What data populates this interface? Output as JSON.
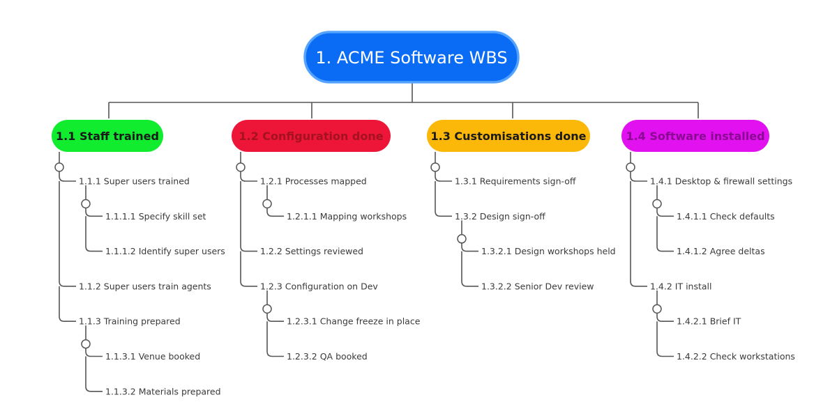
{
  "root": {
    "label": "1. ACME Software WBS",
    "color": "#0a6cf5",
    "border": "#54a3ff"
  },
  "categories": [
    {
      "label": "1.1 Staff trained",
      "color": "#11ec2f",
      "text_color": "#1a1a1a",
      "items": [
        {
          "label": "1.1.1 Super users trained",
          "children": [
            {
              "label": "1.1.1.1 Specify skill set"
            },
            {
              "label": "1.1.1.2 Identify super users"
            }
          ]
        },
        {
          "label": "1.1.2 Super users train agents"
        },
        {
          "label": "1.1.3 Training prepared",
          "children": [
            {
              "label": "1.1.3.1 Venue booked"
            },
            {
              "label": "1.1.3.2 Materials prepared"
            }
          ]
        }
      ]
    },
    {
      "label": "1.2 Configuration done",
      "color": "#ee1638",
      "text_color": "#a4121f",
      "items": [
        {
          "label": "1.2.1 Processes mapped",
          "children": [
            {
              "label": "1.2.1.1 Mapping workshops"
            }
          ]
        },
        {
          "label": "1.2.2 Settings reviewed"
        },
        {
          "label": "1.2.3 Configuration on Dev",
          "children": [
            {
              "label": "1.2.3.1 Change freeze in place"
            },
            {
              "label": "1.2.3.2 QA booked"
            }
          ]
        }
      ]
    },
    {
      "label": "1.3 Customisations done",
      "color": "#fbb808",
      "text_color": "#1a1a1a",
      "items": [
        {
          "label": "1.3.1 Requirements sign-off"
        },
        {
          "label": "1.3.2 Design sign-off",
          "children": [
            {
              "label": "1.3.2.1 Design workshops held"
            },
            {
              "label": "1.3.2.2 Senior Dev review"
            }
          ]
        }
      ]
    },
    {
      "label": "1.4 Software installed",
      "color": "#e211f0",
      "text_color": "#8a0a93",
      "items": [
        {
          "label": "1.4.1 Desktop & firewall settings",
          "children": [
            {
              "label": "1.4.1.1 Check defaults"
            },
            {
              "label": "1.4.1.2 Agree deltas"
            }
          ]
        },
        {
          "label": "1.4.2 IT install",
          "children": [
            {
              "label": "1.4.2.1 Brief IT"
            },
            {
              "label": "1.4.2.2 Check workstations"
            }
          ]
        }
      ]
    }
  ]
}
